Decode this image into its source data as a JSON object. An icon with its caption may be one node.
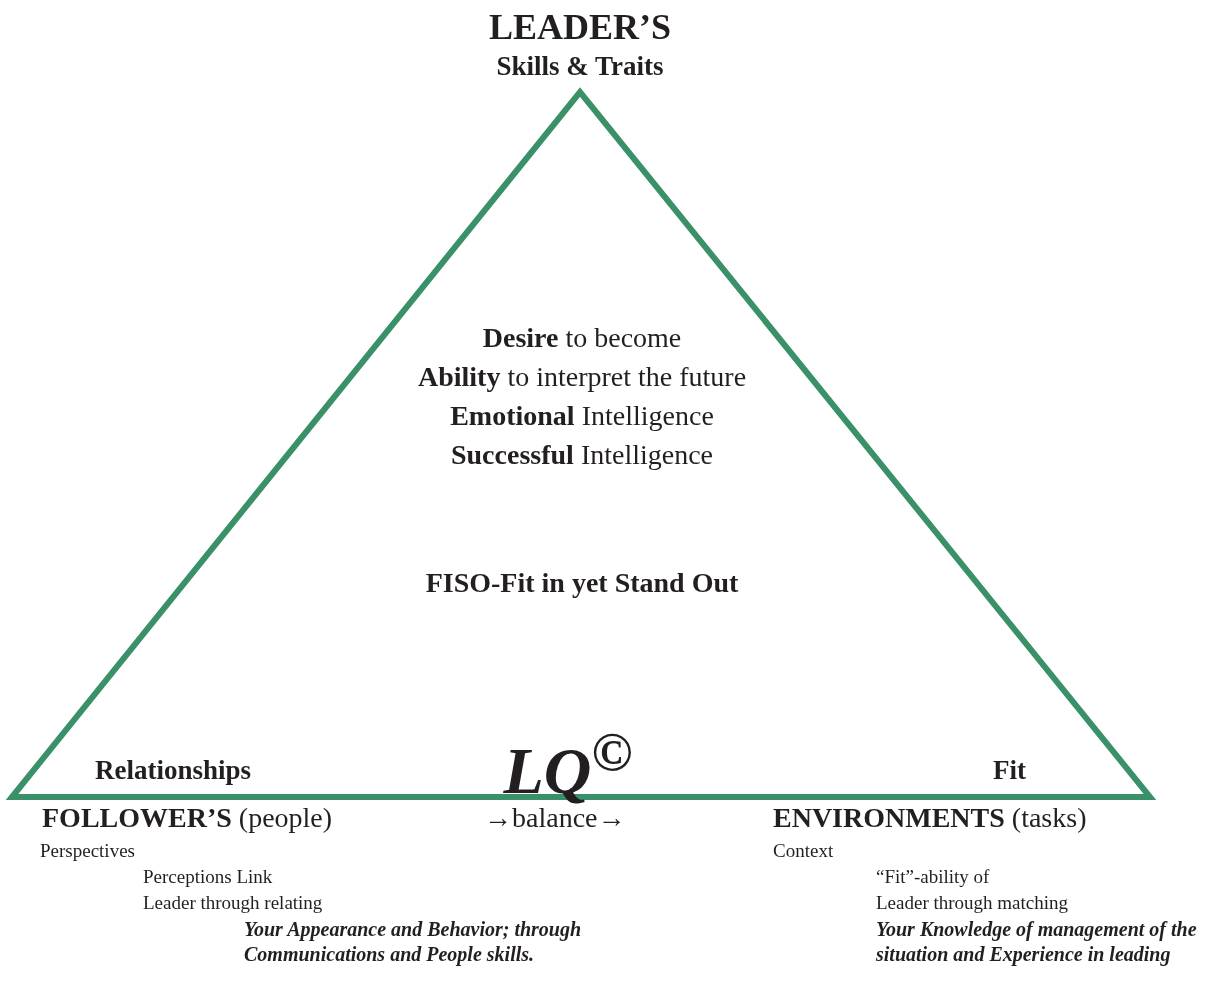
{
  "diagram": {
    "nodes": [
      {
        "text": [
          "**Desire** to become",
          "**Ability** to interpret the future",
          "**Emotional** Intelligence",
          "**Successful** Intelligence",
          "FISO-Fit in yet Stand Out",
          "Relationships",
          "LQ$^{©}$",
          "Fit"
        ]
      }
    ],
    "edges": [],
    "labels": [
      "LEADER’S",
      "Skills & Traits",
      "**FOLLOWER’S** (people)",
      "→balance→",
      "**ENVIRONMENTS** (tasks)",
      "Perspectives",
      "Perceptions Link",
      "Leader through relating",
      "Your Appearance and Behavior; through Communications and People skills.",
      "Context",
      "“Fit”-ability of",
      "Leader through matching",
      "Your Knowledge of management of the situation and Experience in leading"
    ]
  }
}
